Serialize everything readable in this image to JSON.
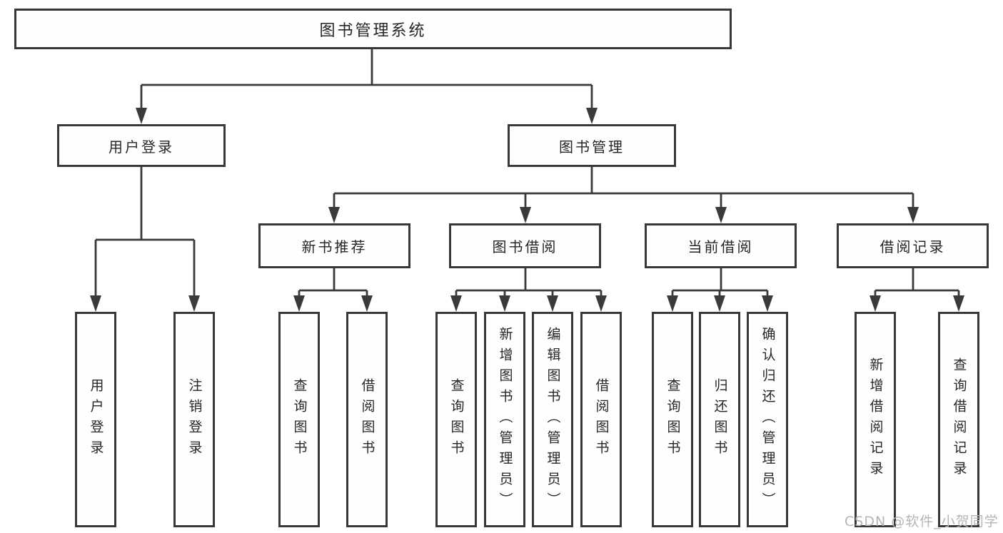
{
  "diagram": {
    "type": "functional-structure-tree",
    "root": {
      "label": "图书管理系统"
    },
    "branches": [
      {
        "label": "用户登录",
        "children": [
          {
            "label": "用户登录"
          },
          {
            "label": "注销登录"
          }
        ]
      },
      {
        "label": "图书管理",
        "children": [
          {
            "label": "新书推荐",
            "children": [
              {
                "label": "查询图书"
              },
              {
                "label": "借阅图书"
              }
            ]
          },
          {
            "label": "图书借阅",
            "children": [
              {
                "label": "查询图书"
              },
              {
                "label": "新增图书（管理员）"
              },
              {
                "label": "编辑图书（管理员）"
              },
              {
                "label": "借阅图书"
              }
            ]
          },
          {
            "label": "当前借阅",
            "children": [
              {
                "label": "查询图书"
              },
              {
                "label": "归还图书"
              },
              {
                "label": "确认归还（管理员）"
              }
            ]
          },
          {
            "label": "借阅记录",
            "children": [
              {
                "label": "新增借阅记录"
              },
              {
                "label": "查询借阅记录"
              }
            ]
          }
        ]
      }
    ],
    "colors": {
      "box_border": "#383838",
      "connector": "#3a3a3a",
      "text": "#262626",
      "background": "#ffffff"
    }
  },
  "watermark": {
    "text": "CSDN @软件_小贺同学",
    "color": "#b5b5b8"
  }
}
